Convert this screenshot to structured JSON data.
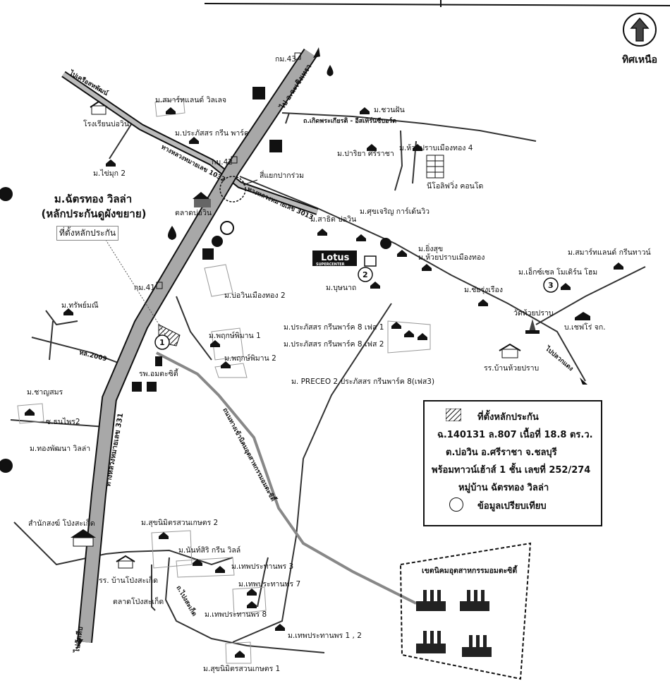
{
  "north": {
    "label": "ทิศเหนือ",
    "icon": "north-arrow-icon"
  },
  "subject": {
    "title": "ม.ฉัตรทอง วิลล่า",
    "subtitle": "(หลักประกันดูผังขยาย)",
    "note": "ที่ตั้งหลักประกัน"
  },
  "legend": {
    "title": "ที่ตั้งหลักประกัน",
    "line1": "ฉ.140131 ล.807 เนื้อที่ 18.8 ตร.ว.",
    "line2": "ต.บ่อวิน อ.ศรีราชา จ.ชลบุรี",
    "line3": "พร้อมทาวน์เฮ้าส์ 1 ชั้น เลขที่ 252/274",
    "line4": "หมู่บ้าน ฉัตรทอง วิลล่า",
    "line5": "ข้อมูลเปรียบเทียบ"
  },
  "roads": {
    "main_highway": "ทางหลวงหมายเลข 331",
    "highway_1032": "ทางหลวงหมายเลข 1032",
    "highway_3013": "ทางหลวงหมายเลข 3013",
    "to_north": "ไป อ.ฉะเชิงเทรา",
    "to_south": "ไปสัตหีบ",
    "to_northwest": "ไปเครือสหพัฒน์",
    "to_southeast": "ไปปลวกแดง",
    "road_2009": "ทล.2009",
    "road_industrial": "ถนนทางเข้านิคมอุตสาหกรรมอมตะซิตี้",
    "road_thongphai": "ซ.ธนไพร2",
    "road_popsakhet": "ถ.ไปงสะเก็ด",
    "junction": "สี่แยกปากร่วม",
    "east_road": "ถ.เกิดพระเกียรติ - อีสเทิร์นซีบอร์ด"
  },
  "km_markers": [
    "กม.43",
    "กม.42",
    "กม.41"
  ],
  "comparables": [
    "1",
    "2",
    "3"
  ],
  "places": {
    "smart_land": "ม.สมาร์ทแลนด์ วิลเลจ",
    "school_bowin": "โรงเรียนบ่อวิน",
    "prakassorn_green_park": "ม.ประภัสสร กรีน พาร์ค",
    "kaimook": "ม.ไข่มุก 2",
    "market_bowin": "ตลาดบ่อวิน",
    "chuanchuen": "ม.ชวนฝัน",
    "pariya": "ม.ปาริยา ศรีราชา",
    "huaypraab4": "ม.ห้วยปราบเมืองทอง 4",
    "neo_living": "นีโอลิฟวิ่ง คอนโด",
    "sathit": "ม.สาธิต บ่อวิน",
    "sukcharoen": "ม.ศุขเจริญ การ์เด้นวิว",
    "boonnak": "ม.บุษนาถ",
    "yingsuk": "ม.ยิ่งสุข",
    "huaypraab": "ม.ห้วยปราบเมืองทอง",
    "chairungrueang": "ม.ชัยรุ่งเรือง",
    "wat_huaypraab": "วัดห้วยปราบ",
    "smart_green_town": "ม.สมาร์ทแลนด์ กรีนทาวน์",
    "exec_modern": "ม.เอ็กซ์เซล โมเดิร์น โฮม",
    "chevron": "บ.เชฟโร่ จก.",
    "school_huaypraab": "รร.บ้านห้วยปราบ",
    "bowin_muangthong2": "ม.บ่อวินเมืองทอง 2",
    "sapthamanee": "ม.ทรัพย์มณี",
    "phruksaphiman1": "ม.พฤกษ์พิมาน 1",
    "phruksaphiman2": "ม.พฤกษ์พิมาน 2",
    "hospital": "รพ.อมตะซิตี้",
    "prakassorn8_1": "ม.ประภัสสร กรีนพาร์ค 8 เฟส 1",
    "prakassorn8_2": "ม.ประภัสสร กรีนพาร์ค 8 เฟส 2",
    "preceo": "ม. PRECEO 2 ประภัสสร กรีนพาร์ค 8(เฟส3)",
    "chayasamorn": "ม.ชาญสมร",
    "thongphatthana": "ม.ทองพัฒนา วิลล่า",
    "sangha_office": "สำนักสงฆ์ โป่งสะเก็ด",
    "suknimit2": "ม.สุขนิมิตรสวนเกษตร 2",
    "nanthasiri": "ม.นันท์สิริ กรีน วิลล์",
    "thepprathanporn3": "ม.เทพประทานพร 3",
    "thepprathanporn7": "ม.เทพประทานพร 7",
    "thepprathanporn8": "ม.เทพประทานพร 8",
    "thepprathanporn12": "ม.เทพประทานพร 1 , 2",
    "school_pongsakhet": "รร. บ้านโป่งสะเก็ด",
    "market_pongsakhet": "ตลาดโป่งสะเก็ด",
    "suknimit1": "ม.สุขนิมิตรสวนเกษตร 1",
    "industrial_estate": "เขตนิคมอุตสาหกรรมอมตะซิตี้",
    "lotus": "Lotus",
    "lotus_sub": "SUPERCENTER"
  }
}
